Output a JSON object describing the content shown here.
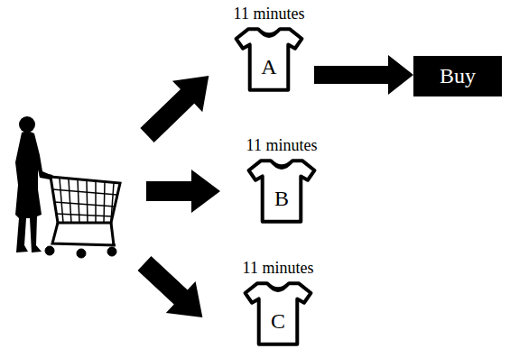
{
  "diagram": {
    "nodes": [
      {
        "text": [
          "11 minutes",
          "A"
        ]
      },
      {
        "text": [
          "Buy"
        ]
      },
      {
        "text": [
          "11 minutes",
          "B"
        ]
      },
      {
        "text": [
          "11 minutes",
          "C"
        ]
      }
    ],
    "edges": [
      {
        "from": 0,
        "to": 1,
        "arrow": "to"
      }
    ]
  }
}
